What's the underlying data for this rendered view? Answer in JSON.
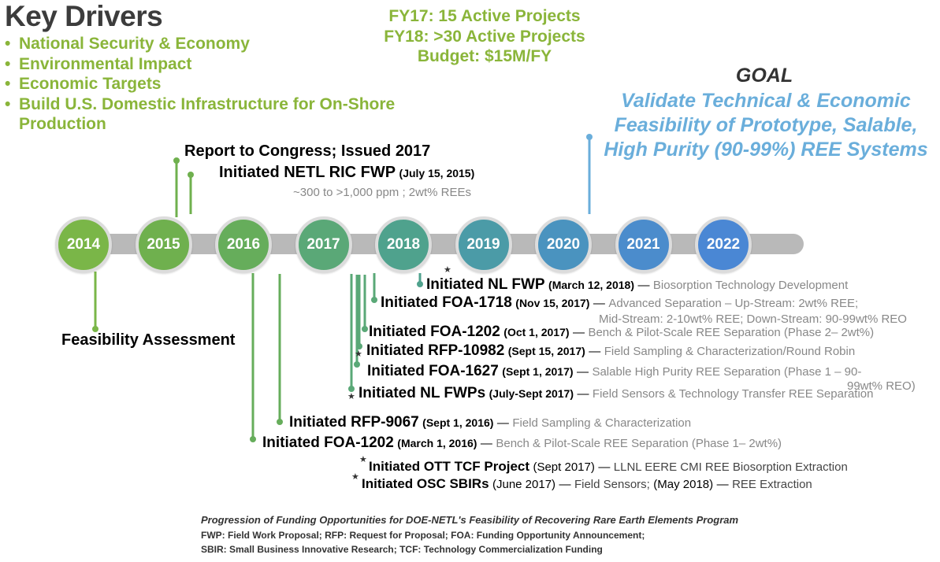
{
  "key_drivers": {
    "title": "Key Drivers",
    "items": [
      "National Security & Economy",
      "Environmental Impact",
      "Economic Targets",
      "Build U.S. Domestic Infrastructure for On-Shore Production"
    ]
  },
  "stats": [
    "FY17: 15 Active Projects",
    "FY18: >30 Active Projects",
    "Budget: $15M/FY"
  ],
  "goal": {
    "title": "GOAL",
    "text": "Validate Technical & Economic Feasibility of Prototype, Salable, High Purity (90-99%) REE Systems"
  },
  "years": [
    {
      "label": "2014",
      "color": "#7ab648"
    },
    {
      "label": "2015",
      "color": "#6fb04e"
    },
    {
      "label": "2016",
      "color": "#66ad5b"
    },
    {
      "label": "2017",
      "color": "#5aa877"
    },
    {
      "label": "2018",
      "color": "#4fa28d"
    },
    {
      "label": "2019",
      "color": "#4b9ba7"
    },
    {
      "label": "2020",
      "color": "#4a93bf"
    },
    {
      "label": "2021",
      "color": "#4b8ccc"
    },
    {
      "label": "2022",
      "color": "#4a87d4"
    }
  ],
  "milestones": {
    "report_congress": "Report to Congress; Issued 2017",
    "netl_ric": {
      "label": "Initiated NETL RIC FWP",
      "date": "(July 15, 2015)",
      "detail": "~300 to >1,000 ppm ; 2wt% REEs"
    },
    "feasibility": "Feasibility Assessment",
    "nl_fwp": {
      "label": "Initiated NL FWP",
      "date": "(March 12, 2018)",
      "dash": "—",
      "detail": "Biosorption Technology Development"
    },
    "foa_1718": {
      "label": "Initiated FOA-1718",
      "date": "(Nov 15, 2017)",
      "dash": "—",
      "detail": "Advanced Separation – Up-Stream: 2wt% REE;",
      "detail2": "Mid-Stream: 2-10wt% REE; Down-Stream: 90-99wt% REO"
    },
    "foa_1202_2017": {
      "label": "Initiated FOA-1202",
      "date": "(Oct 1, 2017)",
      "dash": "—",
      "detail": "Bench & Pilot-Scale  REE Separation (Phase 2– 2wt%)"
    },
    "rfp_10982": {
      "label": "Initiated RFP-10982",
      "date": "(Sept 15, 2017)",
      "dash": "—",
      "detail": "Field Sampling & Characterization/Round Robin"
    },
    "foa_1627": {
      "label": "Initiated FOA-1627",
      "date": "(Sept 1, 2017)",
      "dash": "—",
      "detail": "Salable High Purity REE Separation (Phase 1 – 90-",
      "detail2": "99wt% REO)"
    },
    "nl_fwps": {
      "label": "Initiated NL FWPs",
      "date": "(July-Sept 2017)",
      "dash": "—",
      "detail": "Field Sensors & Technology Transfer REE Separation"
    },
    "rfp_9067": {
      "label": "Initiated  RFP-9067",
      "date": "(Sept 1, 2016)",
      "dash": "—",
      "detail": "Field Sampling & Characterization"
    },
    "foa_1202_2016": {
      "label": "Initiated FOA-1202",
      "date": "(March 1, 2016)",
      "dash": "—",
      "detail": "Bench & Pilot-Scale  REE Separation (Phase 1– 2wt%)"
    },
    "ott_tcf": {
      "label": "Initiated OTT TCF Project",
      "date": "(Sept 2017)",
      "dash": "—",
      "detail": "LLNL EERE CMI REE Biosorption Extraction"
    },
    "osc_sbir": {
      "label": "Initiated OSC SBIRs",
      "date": "(June 2017)",
      "dash": "—",
      "detail": "Field Sensors;",
      "date2": "(May 2018)",
      "dash2": "—",
      "detail2": "REE Extraction"
    }
  },
  "star": "★",
  "footer": {
    "title": "Progression of Funding Opportunities for DOE-NETL's Feasibility of Recovering Rare Earth Elements Program",
    "lines": [
      "FWP: Field Work Proposal; RFP: Request for Proposal; FOA: Funding Opportunity Announcement;",
      "SBIR: Small Business Innovative Research; TCF: Technology Commercialization Funding"
    ]
  }
}
